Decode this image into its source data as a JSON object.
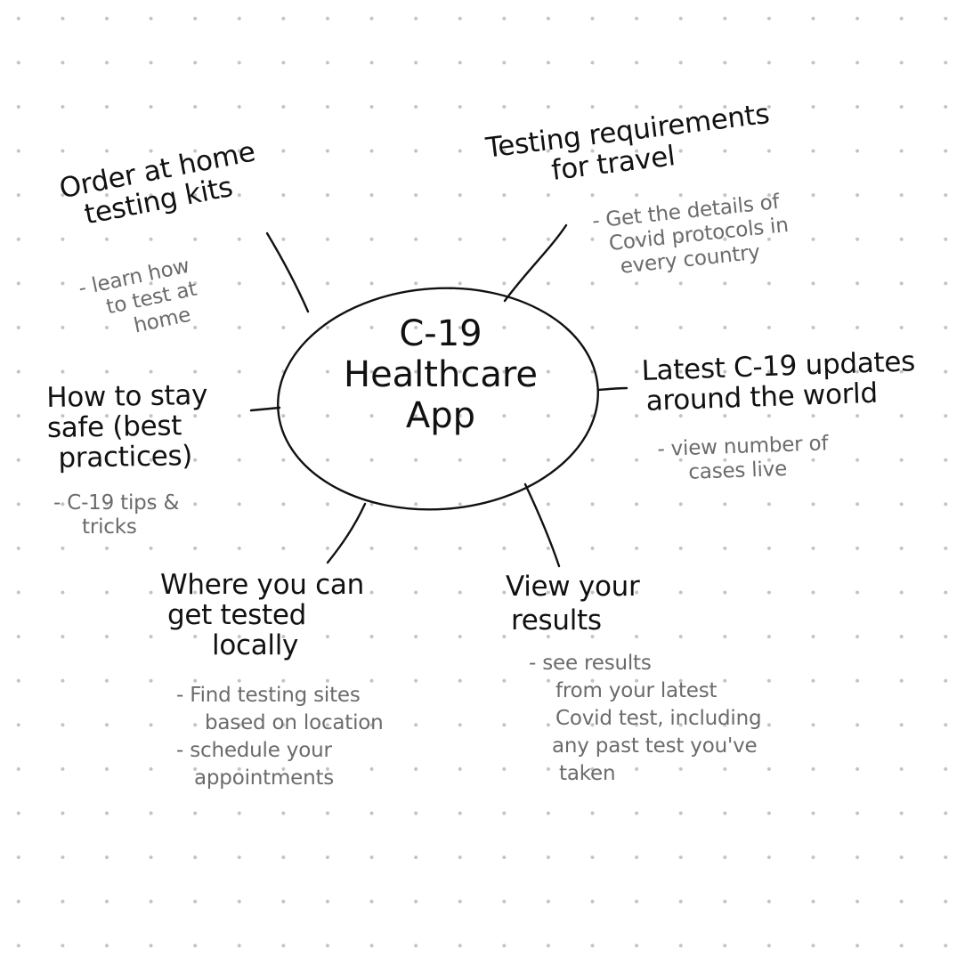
{
  "center": {
    "lines": [
      "C-19",
      "Healthcare",
      "App"
    ]
  },
  "branches": [
    {
      "id": "order",
      "title_lines": [
        "Order at home",
        "testing kits"
      ],
      "note_lines": [
        "- learn how",
        "to test at",
        "home"
      ]
    },
    {
      "id": "travel",
      "title_lines": [
        "Testing requirements",
        "for travel"
      ],
      "note_lines": [
        "- Get the details of",
        "Covid protocols in",
        "every country"
      ]
    },
    {
      "id": "updates",
      "title_lines": [
        "Latest C-19 updates",
        "around the world"
      ],
      "note_lines": [
        "- view number of",
        "cases live"
      ]
    },
    {
      "id": "safe",
      "title_lines": [
        "How to stay",
        "safe (best",
        "practices)"
      ],
      "note_lines": [
        "- C-19 tips &",
        "tricks"
      ]
    },
    {
      "id": "local",
      "title_lines": [
        "Where you can",
        "get tested",
        "locally"
      ],
      "note_lines": [
        "- Find testing sites",
        "based on location",
        "- schedule your",
        "appointments"
      ]
    },
    {
      "id": "results",
      "title_lines": [
        "View your",
        "results"
      ],
      "note_lines": [
        "- see results",
        "from your latest",
        "Covid test, including",
        "any past test you've",
        "taken"
      ]
    }
  ]
}
